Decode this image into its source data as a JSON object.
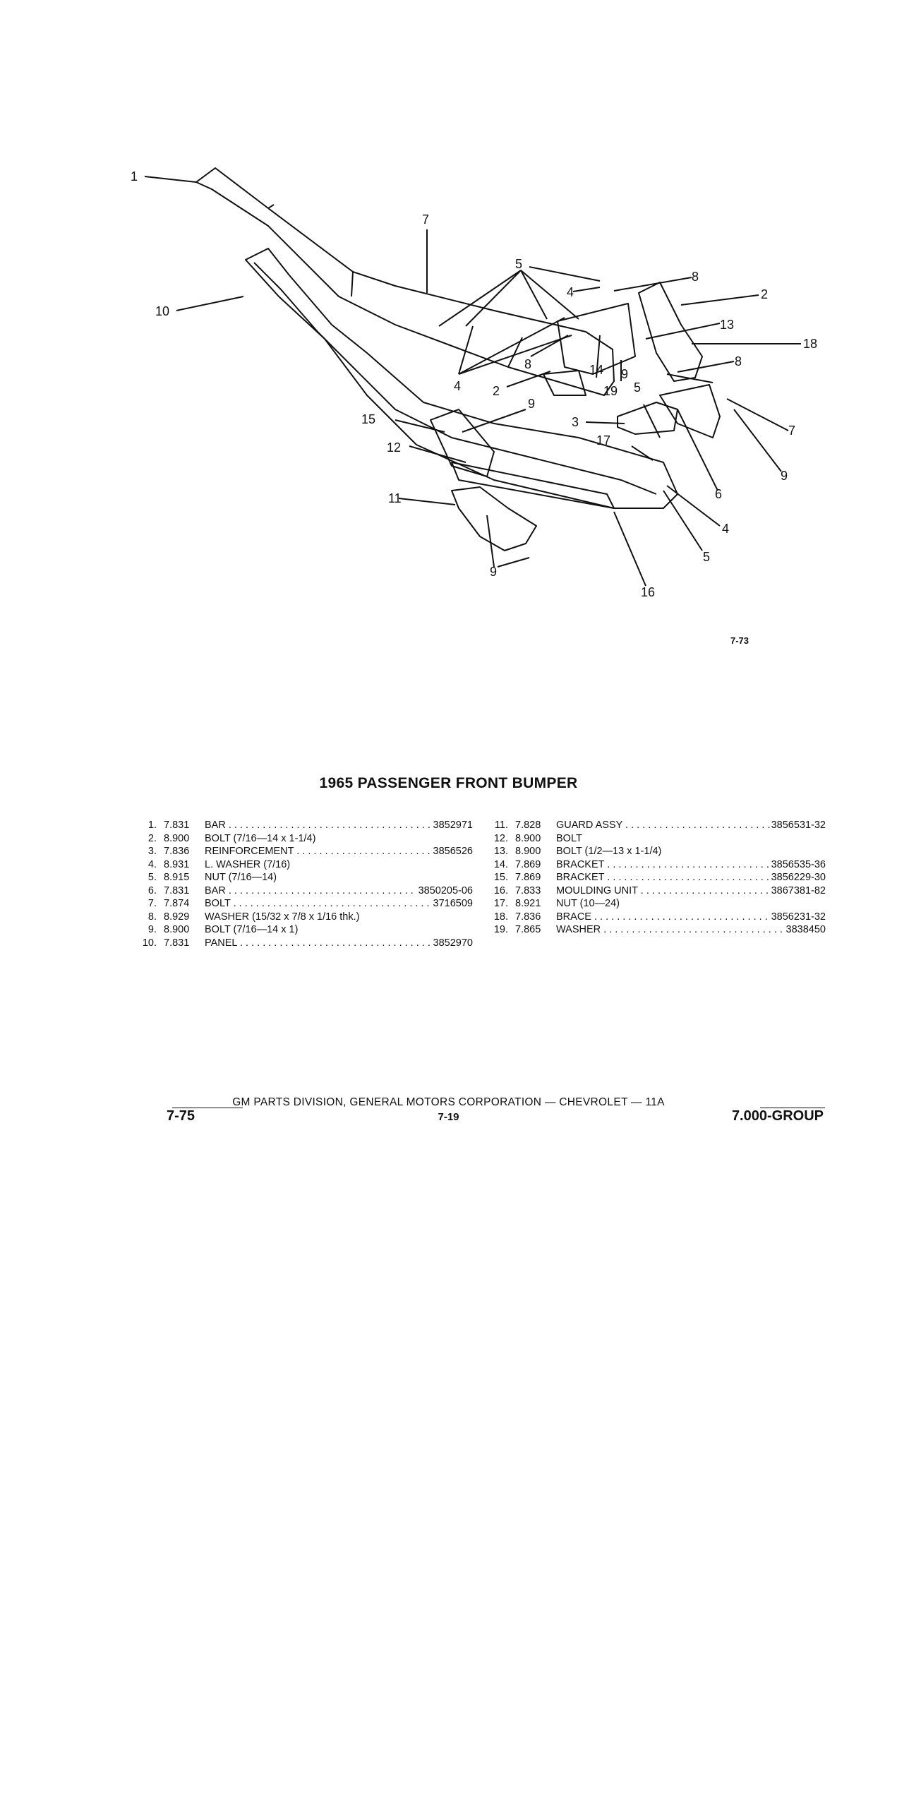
{
  "figure": {
    "ref": "7-73",
    "callouts": [
      "1",
      "7",
      "5",
      "4",
      "8",
      "2",
      "10",
      "13",
      "18",
      "8",
      "14",
      "9",
      "19",
      "5",
      "8",
      "2",
      "4",
      "9",
      "15",
      "3",
      "7",
      "12",
      "17",
      "9",
      "6",
      "11",
      "4",
      "5",
      "9",
      "16"
    ]
  },
  "title": "1965 PASSENGER FRONT BUMPER",
  "parts_left": [
    {
      "no": "1.",
      "group": "7.831",
      "desc": "BAR",
      "part": "3852971",
      "dots": true
    },
    {
      "no": "2.",
      "group": "8.900",
      "desc": "BOLT (7/16—14 x 1-1/4)",
      "part": "",
      "dots": false
    },
    {
      "no": "3.",
      "group": "7.836",
      "desc": "REINFORCEMENT",
      "part": "3856526",
      "dots": true
    },
    {
      "no": "4.",
      "group": "8.931",
      "desc": "L. WASHER (7/16)",
      "part": "",
      "dots": false
    },
    {
      "no": "5.",
      "group": "8.915",
      "desc": "NUT (7/16—14)",
      "part": "",
      "dots": false
    },
    {
      "no": "6.",
      "group": "7.831",
      "desc": "BAR",
      "part": "3850205-06",
      "dots": true
    },
    {
      "no": "7.",
      "group": "7.874",
      "desc": "BOLT",
      "part": "3716509",
      "dots": true
    },
    {
      "no": "8.",
      "group": "8.929",
      "desc": "WASHER (15/32 x 7/8 x 1/16 thk.)",
      "part": "",
      "dots": false
    },
    {
      "no": "9.",
      "group": "8.900",
      "desc": "BOLT (7/16—14 x 1)",
      "part": "",
      "dots": false
    },
    {
      "no": "10.",
      "group": "7.831",
      "desc": "PANEL",
      "part": "3852970",
      "dots": true
    }
  ],
  "parts_right": [
    {
      "no": "11.",
      "group": "7.828",
      "desc": "GUARD ASSY",
      "part": "3856531-32",
      "dots": true
    },
    {
      "no": "12.",
      "group": "8.900",
      "desc": "BOLT",
      "part": "",
      "dots": false
    },
    {
      "no": "13.",
      "group": "8.900",
      "desc": "BOLT (1/2—13 x 1-1/4)",
      "part": "",
      "dots": false
    },
    {
      "no": "14.",
      "group": "7.869",
      "desc": "BRACKET",
      "part": "3856535-36",
      "dots": true
    },
    {
      "no": "15.",
      "group": "7.869",
      "desc": "BRACKET",
      "part": "3856229-30",
      "dots": true
    },
    {
      "no": "16.",
      "group": "7.833",
      "desc": "MOULDING UNIT",
      "part": "3867381-82",
      "dots": true
    },
    {
      "no": "17.",
      "group": "8.921",
      "desc": "NUT (10—24)",
      "part": "",
      "dots": false
    },
    {
      "no": "18.",
      "group": "7.836",
      "desc": "BRACE",
      "part": "3856231-32",
      "dots": true
    },
    {
      "no": "19.",
      "group": "7.865",
      "desc": "WASHER",
      "part": "3838450",
      "dots": true
    }
  ],
  "footer": {
    "center": "GM PARTS DIVISION, GENERAL MOTORS CORPORATION — CHEVROLET — 11A",
    "left": "7-75",
    "mid": "7-19",
    "right": "7.000-GROUP"
  }
}
